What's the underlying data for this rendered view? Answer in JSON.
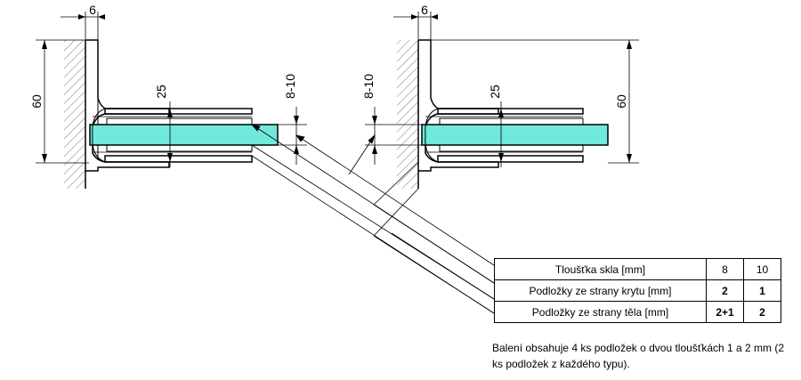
{
  "dimensions": {
    "left_wall_gap": "6",
    "left_height": "60",
    "left_body": "25",
    "left_glass": "8-10",
    "right_wall_gap": "6",
    "right_glass": "8-10",
    "right_body": "25",
    "right_height": "60"
  },
  "table": {
    "header": {
      "label": "Tloušťka skla [mm]",
      "col1": "8",
      "col2": "10"
    },
    "rows": [
      {
        "label": "Podložky ze strany krytu [mm]",
        "col1": "2",
        "col2": "1"
      },
      {
        "label": "Podložky ze strany těla [mm]",
        "col1": "2+1",
        "col2": "2"
      }
    ]
  },
  "note": "Balení obsahuje 4 ks podložek o dvou tloušťkách 1 a 2 mm (2 ks podložek z každého typu).",
  "colors": {
    "glass": "#6fe9dc",
    "line": "#000000",
    "hatch": "#555555"
  }
}
